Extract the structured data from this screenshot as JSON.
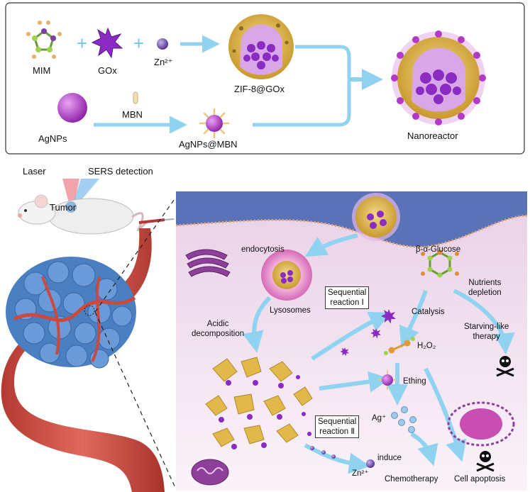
{
  "top_panel": {
    "mim_label": "MIM",
    "gox_label": "GOx",
    "zn_label": "Zn²⁺",
    "zif_label": "ZIF-8@GOx",
    "agnps_label": "AgNPs",
    "mbn_label": "MBN",
    "agnps_mbn_label": "AgNPs@MBN",
    "nanoreactor_label": "Nanoreactor"
  },
  "left_panel": {
    "laser_label": "Laser",
    "sers_label": "SERS detection",
    "tumor_label": "Tumor"
  },
  "cell_panel": {
    "endocytosis_label": "endocytosis",
    "beta_glucose_label": "β-α-Glucose",
    "nutrients_depletion_label": "Nutrients\ndepletion",
    "sequential_reaction_1_label": "Sequential\nreaction Ⅰ",
    "lysosomes_label": "Lysosomes",
    "acidic_decomposition_label": "Acidic\ndecomposition",
    "catalysis_label": "Catalysis",
    "starving_therapy_label": "Starving-like\ntherapy",
    "h2o2_label": "H₂O₂",
    "ething_label": "Ething",
    "ag_ion_label": "Ag⁺",
    "sequential_reaction_2_label": "Sequential\nreaction Ⅱ",
    "induce_label": "induce",
    "zn_ion_label": "Zn²⁺",
    "chemotherapy_label": "Chemotherapy",
    "cell_apoptosis_label": "Cell apoptosis"
  },
  "colors": {
    "arrow": "#8fd3f0",
    "zif_shell": "#e3b84a",
    "gox": "#8a2bc2",
    "agnp": "#b23ac7",
    "membrane": "#5a72b8",
    "tumor": "#4a7fc1",
    "vessel": "#c94a3f"
  }
}
